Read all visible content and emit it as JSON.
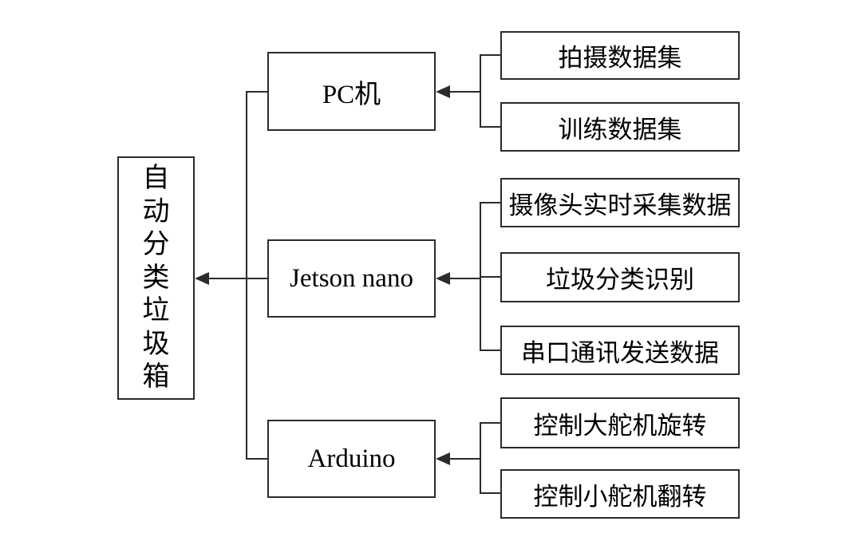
{
  "diagram": {
    "title_hint": "automatic-sorting-trash-bin-system-architecture",
    "colors": {
      "line": "#2b2b2b",
      "box_border": "#2b2b2b",
      "background": "#ffffff",
      "text": "#000000"
    },
    "root": {
      "label": "自动分类垃圾箱"
    },
    "nodes": [
      {
        "label": "PC机"
      },
      {
        "label": "Jetson nano"
      },
      {
        "label": "Arduino"
      }
    ],
    "leaves": [
      {
        "label": "拍摄数据集",
        "parent": "PC机"
      },
      {
        "label": "训练数据集",
        "parent": "PC机"
      },
      {
        "label": "摄像头实时采集数据",
        "parent": "Jetson nano"
      },
      {
        "label": "垃圾分类识别",
        "parent": "Jetson nano"
      },
      {
        "label": "串口通讯发送数据",
        "parent": "Jetson nano"
      },
      {
        "label": "控制大舵机旋转",
        "parent": "Arduino"
      },
      {
        "label": "控制小舵机翻转",
        "parent": "Arduino"
      }
    ],
    "arrow_direction": "right-to-left"
  }
}
